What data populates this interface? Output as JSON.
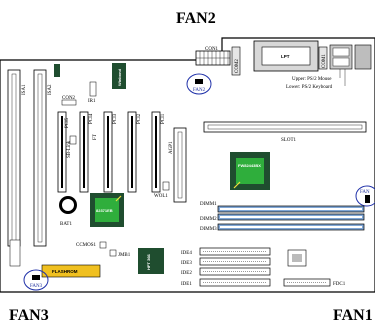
{
  "callouts": {
    "fan2": "FAN2",
    "fan3": "FAN3",
    "fan1": "FAN1"
  },
  "board_labels": {
    "con1": "CON1",
    "lpt": "LPT",
    "upper_ps2": "Upper: PS/2 Mouse",
    "lower_ps2": "Lower: PS/2 Keyboard",
    "com1": "COM1",
    "com2": "COM2",
    "isa1": "ISA1",
    "isa2": "ISA2",
    "con2": "CON2",
    "ir1": "IR1",
    "pci1": "PCI1",
    "pci2": "PCI2",
    "pci3": "PCI3",
    "pci4": "PCI4",
    "pci5": "PCI5",
    "sb_link": "SB-Link",
    "slot1": "SLOT1",
    "agp1": "AGP1",
    "wol1": "WOL1",
    "dimm1": "DIMM1",
    "dimm2": "DIMM2",
    "dimm3": "DIMM3",
    "bat1": "BAT1",
    "ccmos1": "CCMOS1",
    "jmb1": "JMB1",
    "flashrom": "FLASHROM",
    "ide1": "IDE1",
    "ide2": "IDE2",
    "ide3": "IDE3",
    "ide4": "IDE4",
    "fdc1": "FDC1",
    "fan_small": "FAN",
    "fan2_small": "FAN2",
    "fan3_small": "FAN3",
    "nb_chip": "FW82443BX",
    "sb_chip": "82371EB",
    "hpt_chip": "HPT 366",
    "winbond": "Winbond",
    "ft_chip": "FT"
  },
  "colors": {
    "board_outline": "#000000",
    "callout_circle": "#2233aa",
    "chip_dark": "#1f4d2f",
    "chip_green": "#2fae3c",
    "flashrom_fill": "#f0c020",
    "dimm_blue": "#7fa6d6"
  }
}
